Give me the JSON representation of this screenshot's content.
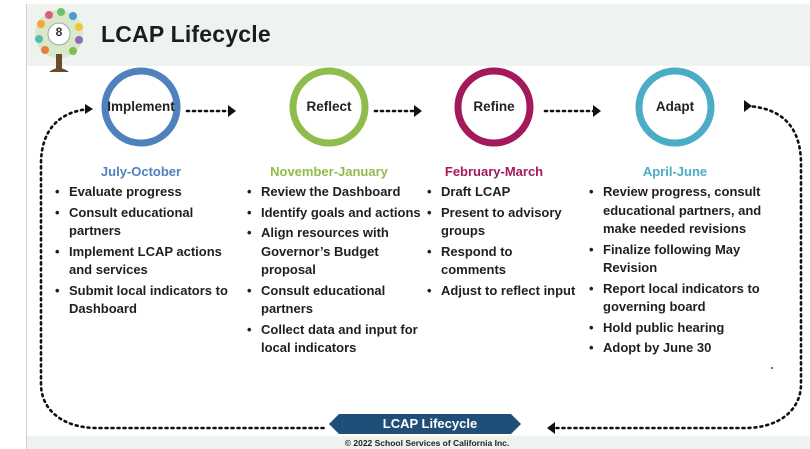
{
  "header": {
    "slide_number": "8",
    "title": "LCAP Lifecycle"
  },
  "stages": [
    {
      "name": "Implement",
      "period": "July-October",
      "color": "#4f81bd",
      "items": [
        "Evaluate progress",
        "Consult educational partners",
        "Implement LCAP actions and services",
        "Submit local indicators to Dashboard"
      ]
    },
    {
      "name": "Reflect",
      "period": "November-January",
      "color": "#8fbc4d",
      "items": [
        "Review the Dashboard",
        "Identify goals and actions",
        "Align resources with Governor’s Budget proposal",
        "Consult educational partners",
        "Collect data and input for local indicators"
      ]
    },
    {
      "name": "Refine",
      "period": "February-March",
      "color": "#a3195b",
      "items": [
        "Draft LCAP",
        "Present to advisory groups",
        "Respond to comments",
        "Adjust to reflect input"
      ]
    },
    {
      "name": "Adapt",
      "period": "April-June",
      "color": "#4bacc6",
      "items": [
        "Review progress, consult educational partners, and make needed revisions",
        "Finalize following May Revision",
        "Report local indicators to governing board",
        "Hold public hearing",
        "Adopt by June 30"
      ]
    }
  ],
  "footer": {
    "banner_label": "LCAP Lifecycle",
    "banner_color": "#1f4e79",
    "copyright": "© 2022 School Services of California Inc."
  },
  "icons": [
    "tree-logo-icon",
    "arrow-right-icon",
    "arrow-left-icon"
  ]
}
